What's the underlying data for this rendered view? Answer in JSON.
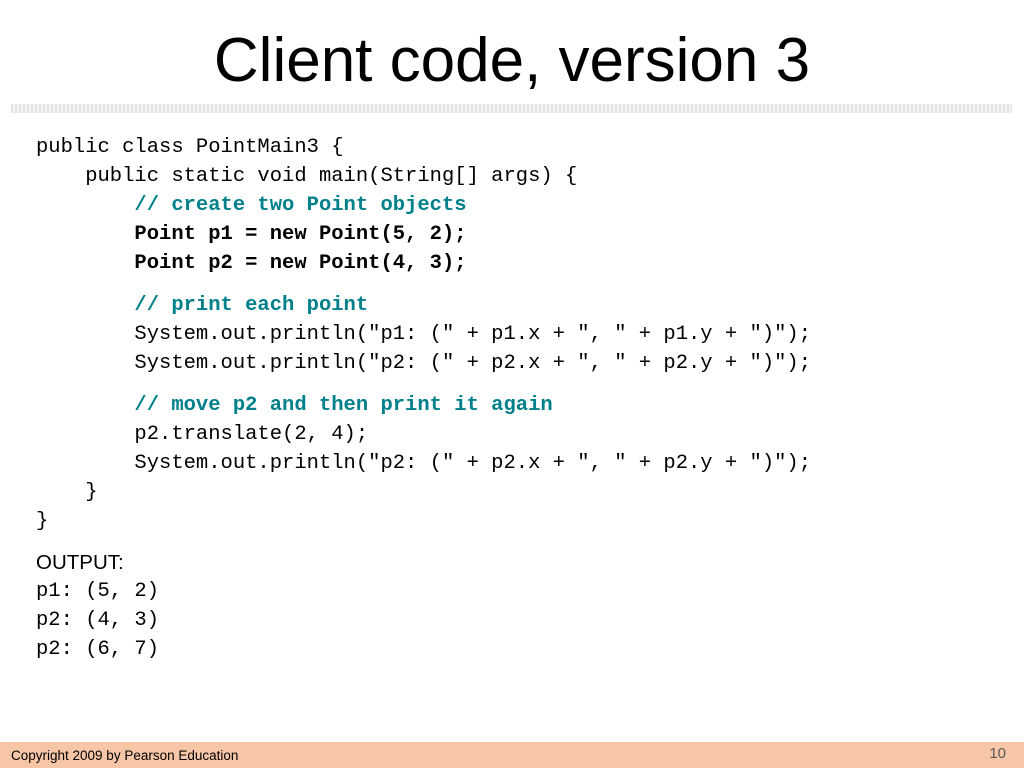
{
  "slide": {
    "title": "Client code, version 3",
    "code_lines": [
      "public class PointMain3 {",
      "    public static void main(String[] args) {",
      "        // create two Point objects",
      "        Point p1 = new Point(5, 2);",
      "        Point p2 = new Point(4, 3);",
      "        // print each point",
      "        System.out.println(\"p1: (\" + p1.x + \", \" + p1.y + \")\");",
      "        System.out.println(\"p2: (\" + p2.x + \", \" + p2.y + \")\");",
      "        // move p2 and then print it again",
      "        p2.translate(2, 4);",
      "        System.out.println(\"p2: (\" + p2.x + \", \" + p2.y + \")\");",
      "    }",
      "}"
    ],
    "output_heading": "OUTPUT:",
    "output_lines": [
      "p1: (5, 2)",
      "p2: (4, 3)",
      "p2: (6, 7)"
    ]
  },
  "footer": {
    "copyright": "Copyright 2009 by Pearson Education",
    "slide_number": "10"
  },
  "colors": {
    "comment": "#00808b",
    "footer_background": "#f7c6a6",
    "slide_number": "#595959"
  }
}
